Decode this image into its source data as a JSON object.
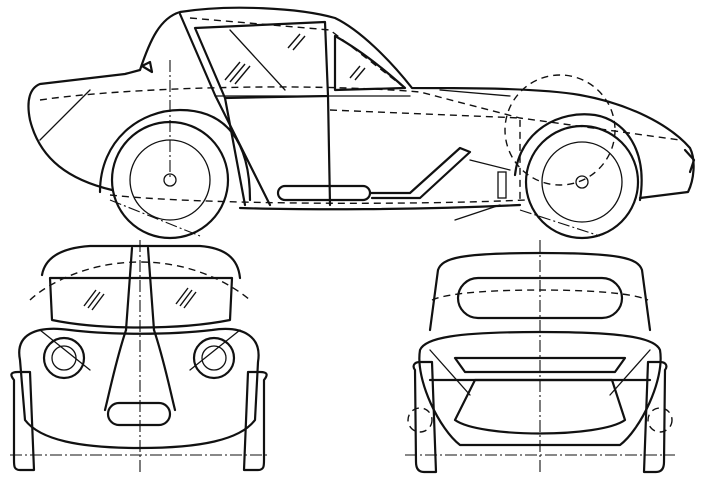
{
  "drawing": {
    "views": [
      {
        "id": "side",
        "label": ""
      },
      {
        "id": "front",
        "label": ""
      },
      {
        "id": "rear",
        "label": ""
      }
    ],
    "colors": {
      "background": "#ffffff",
      "ink": "#111111"
    }
  }
}
